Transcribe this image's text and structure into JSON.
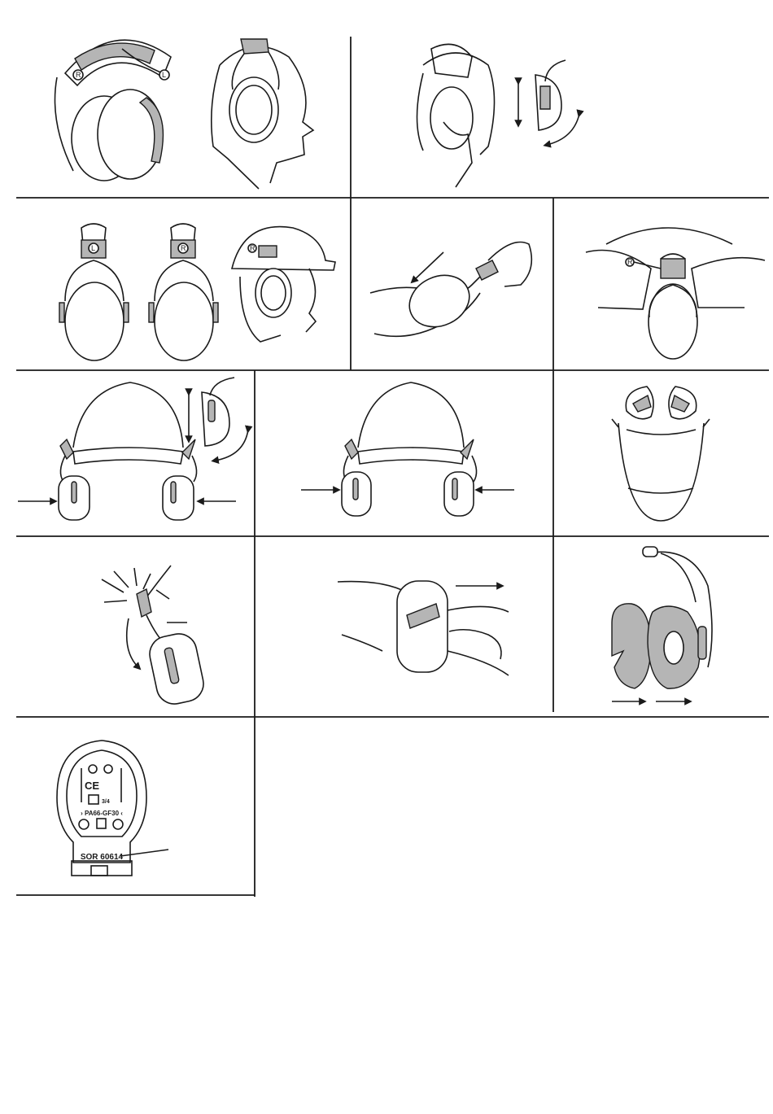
{
  "labels": {
    "right": "R",
    "left": "L"
  },
  "marking": {
    "ce": "CE",
    "size": "3/4",
    "material": "› PA66-GF30 ‹",
    "model": "SOR  60614"
  },
  "colors": {
    "line": "#1a1a1a",
    "grey_band": "#b5b5b5",
    "background": "#ffffff"
  }
}
